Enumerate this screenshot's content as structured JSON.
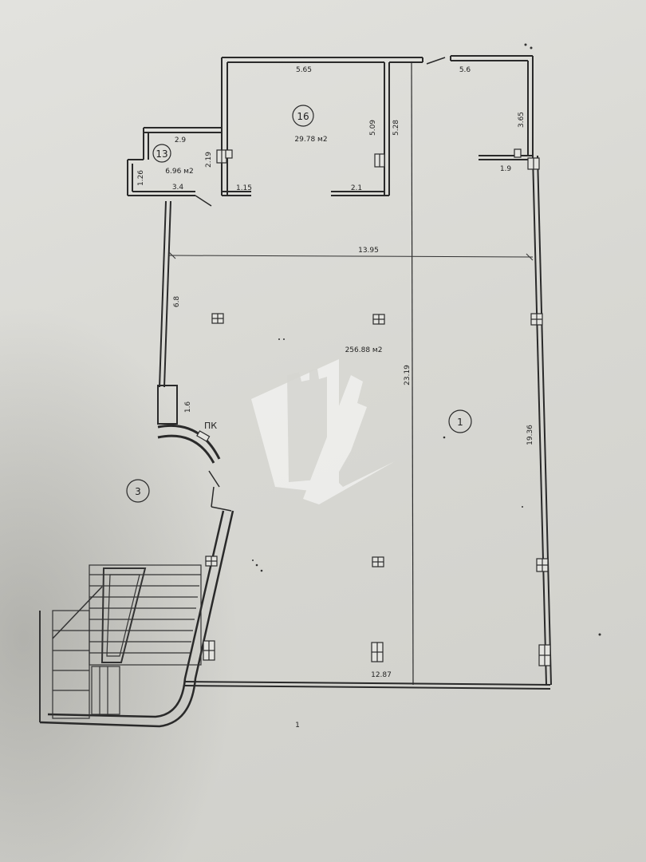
{
  "plan": {
    "rooms": [
      {
        "id": "room-16",
        "number": "16",
        "area": "29.78 м2"
      },
      {
        "id": "room-13",
        "number": "13",
        "area": "6.96 м2"
      },
      {
        "id": "room-main",
        "area": "256.88 м2"
      },
      {
        "id": "room-1",
        "number": "1"
      },
      {
        "id": "room-3",
        "number": "3"
      }
    ],
    "dimensions": {
      "d_5_65": "5.65",
      "d_5_6": "5.6",
      "d_5_09": "5.09",
      "d_5_28": "5.28",
      "d_3_65": "3.65",
      "d_1_9": "1.9",
      "d_2_9": "2.9",
      "d_2_19": "2.19",
      "d_1_26": "1.26",
      "d_3_4": "3.4",
      "d_1_15": "1.15",
      "d_2_1": "2.1",
      "d_13_95": "13.95",
      "d_6_8": "6.8",
      "d_1_6": "1.6",
      "d_23_19": "23.19",
      "d_19_36": "19.36",
      "d_12_87": "12.87"
    },
    "labels": {
      "pk": "ПК",
      "page_number": "1"
    }
  },
  "colors": {
    "ink": "#2a2a2a",
    "watermark": "#ffffff"
  }
}
